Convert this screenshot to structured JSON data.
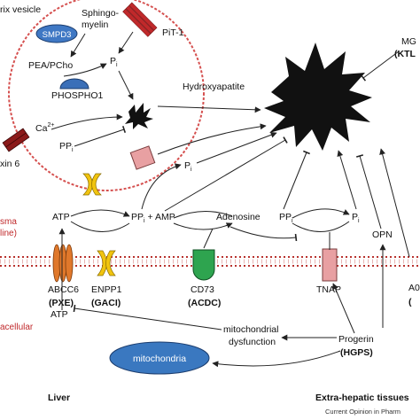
{
  "colors": {
    "vesicle_border": "#d5504f",
    "membrane": "#b8322e",
    "mitochondria": "#3a78c0",
    "smpd3": "#3f78c4",
    "phospho1": "#3a6fb8",
    "enpp1": "#f1c40f",
    "abcc6": "#e0782b",
    "cd73": "#2ea44f",
    "tnap": "#e8a0a2",
    "pit1": "#c0292b",
    "connexin": "#8b1a1a",
    "region_label": "#c0292b"
  },
  "vesicle": {
    "title": "rix vesicle",
    "smpd3": "SMPD3",
    "sphingomyelin_line1": "Sphingo-",
    "sphingomyelin_line2": "myelin",
    "pit1": "PiT-1",
    "pi_top": "P",
    "pi_top_sub": "i",
    "pea": "PEA/PCho",
    "phospho1": "PHOSPHO1",
    "ca": "Ca",
    "ca_sup": "2+",
    "ppi": "PP",
    "ppi_sub": "i",
    "connexin": "xin 6"
  },
  "labels": {
    "hydroxyapatite": "Hydroxyapatite",
    "mg": "MG",
    "ktl": "KTL",
    "pi_mid": "P",
    "pi_mid_sub": "i",
    "atp_top": "ATP",
    "ppi_amp_pp": "PP",
    "ppi_amp_sub": "i",
    "ppi_amp_rest": " + AMP",
    "adenosine": "Adenosine",
    "ppi_right": "PP",
    "ppi_right_sub": "i",
    "pi_right": "P",
    "pi_right_sub": "i",
    "opn": "OPN",
    "plasma_line1": "sma",
    "plasma_line2": "line)",
    "abcc6": "ABCC6",
    "pxe": "PXE",
    "enpp1": "ENPP1",
    "gaci": "GACI",
    "cd73": "CD73",
    "acdc": "ACDC",
    "tnap": "TNAP",
    "a0": "A0",
    "atp_bottom": "ATP",
    "intracellular": "acellular",
    "mito_dys_line1": "mitochondrial",
    "mito_dys_line2": "dysfunction",
    "mitochondria": "mitochondria",
    "progerin": "Progerin",
    "hgps": "HGPS",
    "liver": "Liver",
    "extrahepatic": "Extra-hepatic tissues",
    "credit": "Current Opinion in Pharm"
  }
}
